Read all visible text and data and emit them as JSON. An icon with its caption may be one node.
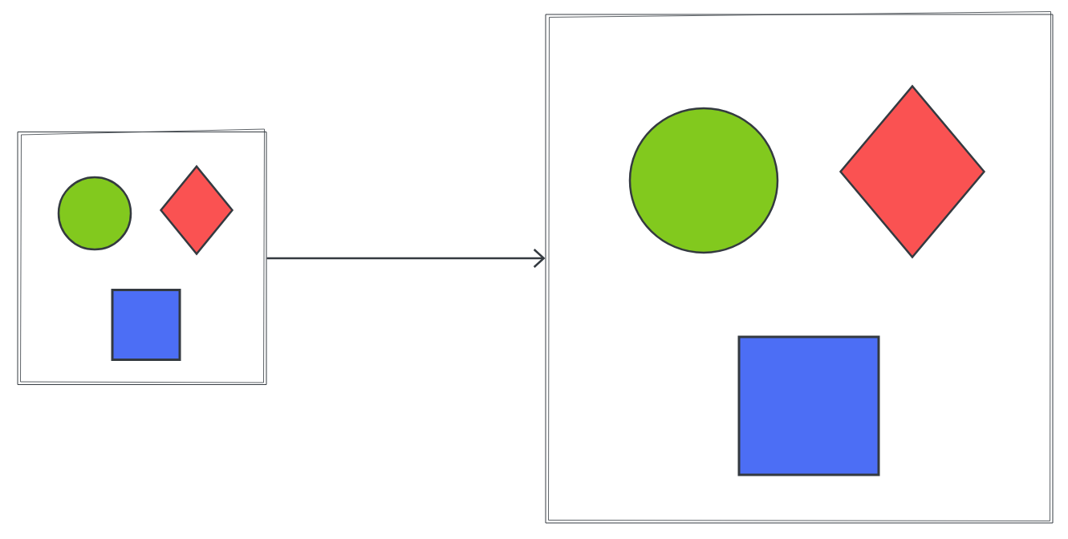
{
  "diagram": {
    "nodes": [
      {
        "text": [],
        "shape": "box"
      },
      {
        "text": [],
        "shape": "circle",
        "in": 0
      },
      {
        "text": [],
        "shape": "diamond",
        "in": 0
      },
      {
        "text": [],
        "shape": "box",
        "in": 0
      },
      {
        "text": [],
        "shape": "box"
      },
      {
        "text": [],
        "shape": "circle",
        "in": 4
      },
      {
        "text": [],
        "shape": "diamond",
        "in": 4
      },
      {
        "text": [],
        "shape": "box",
        "in": 4
      }
    ],
    "edges": [
      {
        "from": 0,
        "to": 4,
        "arrow": "to"
      }
    ]
  }
}
